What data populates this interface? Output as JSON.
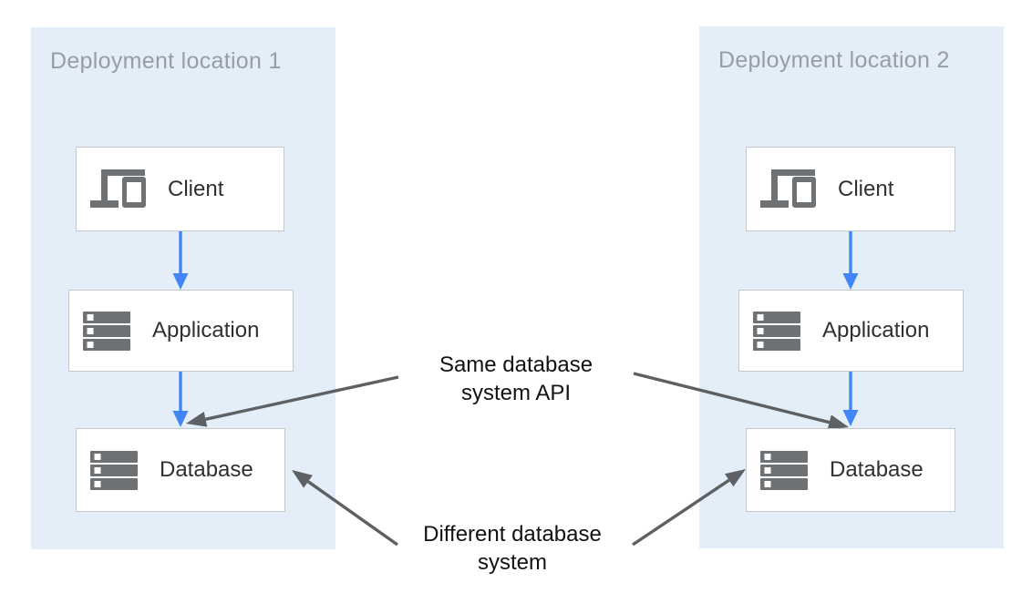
{
  "diagram": {
    "panels": [
      {
        "title": "Deployment location 1",
        "nodes": [
          {
            "label": "Client",
            "icon": "devices-icon"
          },
          {
            "label": "Application",
            "icon": "server-stack-icon"
          },
          {
            "label": "Database",
            "icon": "server-stack-icon"
          }
        ]
      },
      {
        "title": "Deployment location 2",
        "nodes": [
          {
            "label": "Client",
            "icon": "devices-icon"
          },
          {
            "label": "Application",
            "icon": "server-stack-icon"
          },
          {
            "label": "Database",
            "icon": "server-stack-icon"
          }
        ]
      }
    ],
    "annotations": [
      {
        "text": "Same database\nsystem API"
      },
      {
        "text": "Different database\nsystem"
      }
    ],
    "colors": {
      "panel_background": "#E4EEF8",
      "panel_title": "#979DA3",
      "box_border": "#C5C8CB",
      "flow_arrow_blue": "#4285F4",
      "annotation_arrow_gray": "#5E6164",
      "icon_gray": "#6F7275",
      "node_label": "#2F3033",
      "annotation_text": "#121212"
    }
  }
}
